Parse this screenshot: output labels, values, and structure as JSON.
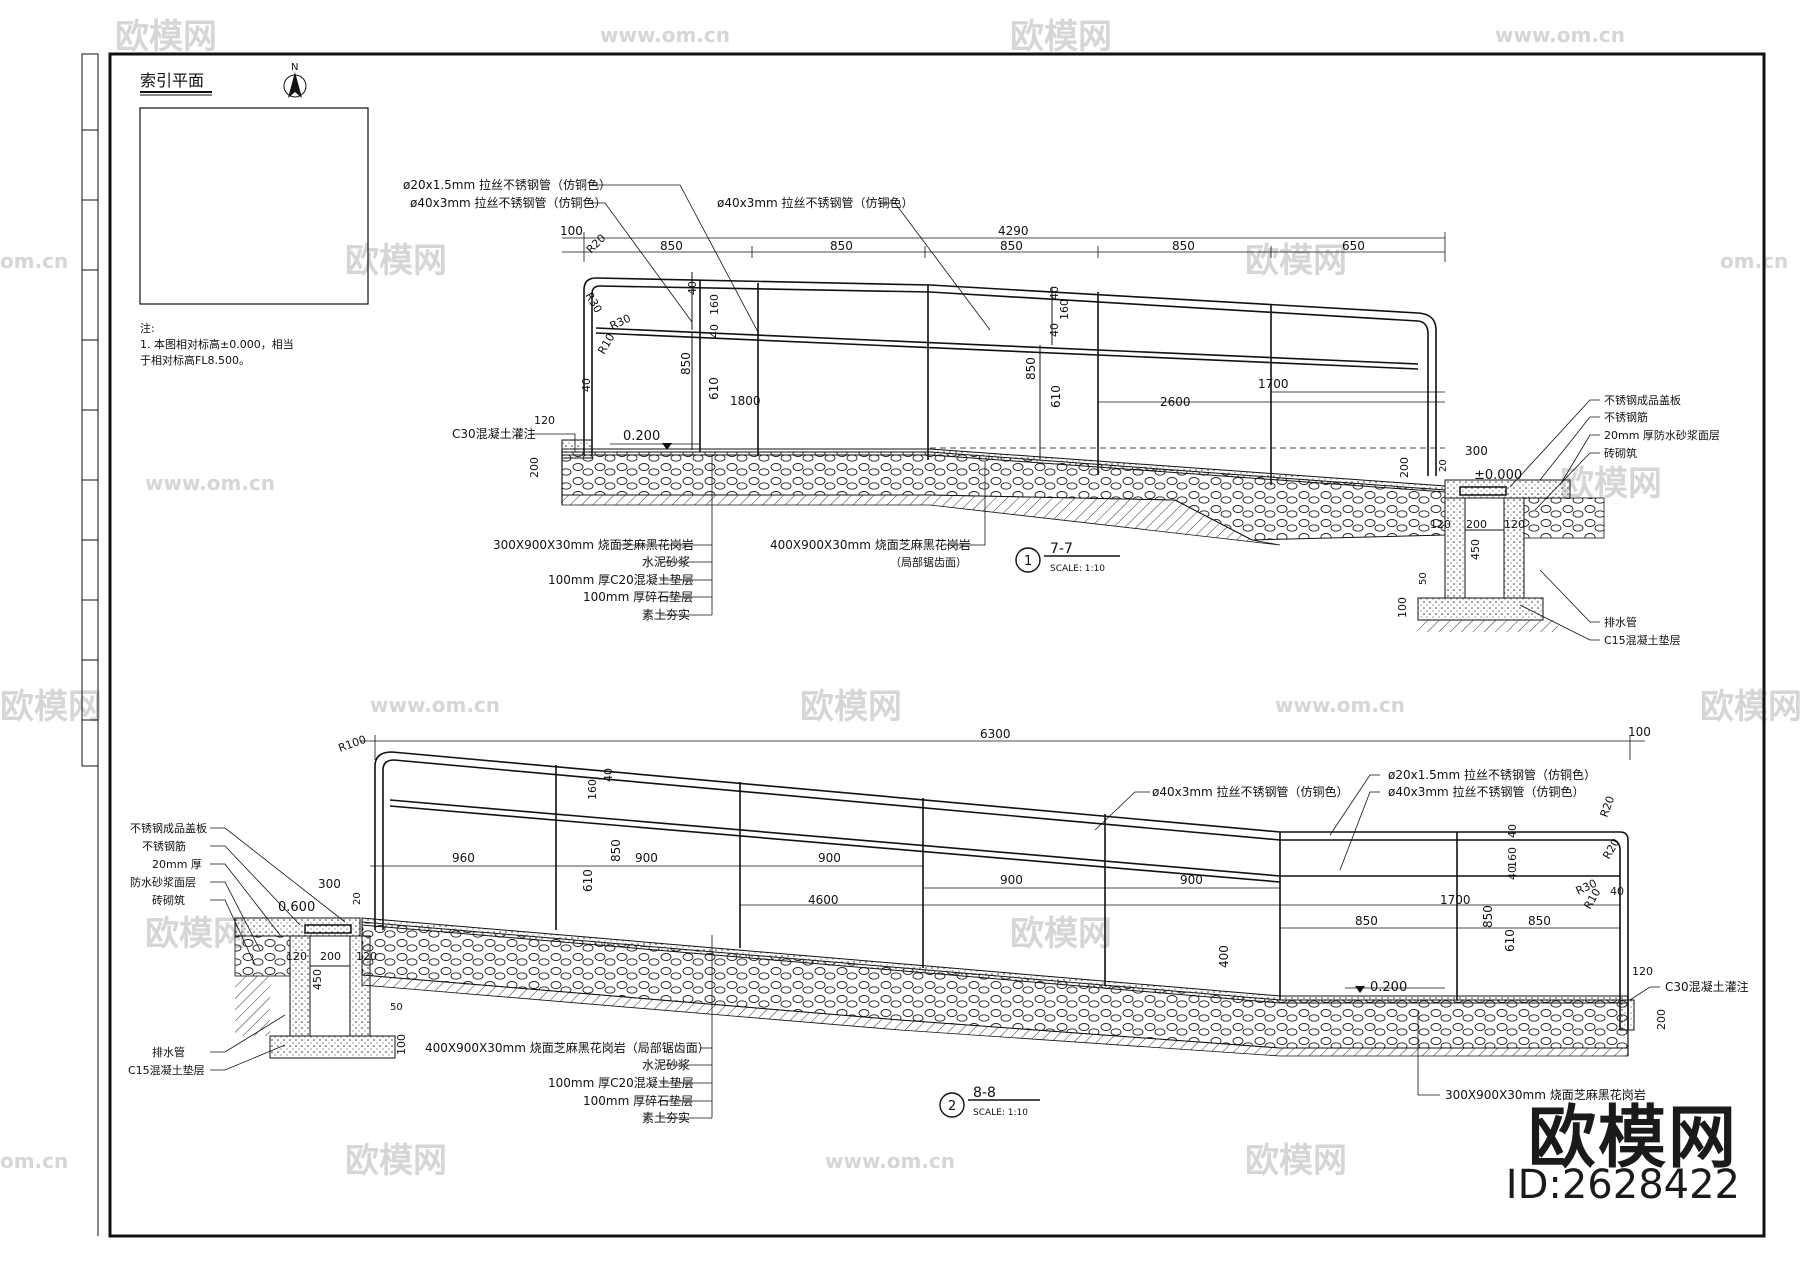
{
  "watermarks": {
    "site": "www.om.cn",
    "site_short": "om.cn",
    "brand": "欧模网"
  },
  "branding": {
    "name": "欧模网",
    "id_label": "ID:2628422"
  },
  "index_plan": {
    "title": "索引平面",
    "north": "N"
  },
  "notes": {
    "heading": "注:",
    "line1": "1. 本图相对标高±0.000，相当",
    "line2": "于相对标高FL8.500。"
  },
  "section_7_7": {
    "number": "1",
    "title": "7-7",
    "scale": "SCALE:   1:10",
    "dims": {
      "total": "4290",
      "left_end": "100",
      "bay1": "850",
      "bay2": "850",
      "bay3": "850",
      "bay4": "850",
      "bay5": "650",
      "r20": "R20",
      "r30a": "R30",
      "r30b": "R30",
      "r10": "R10",
      "v40a": "40",
      "v160a": "160",
      "v40b": "40",
      "v850a": "850",
      "v610a": "610",
      "v40c": "40",
      "v1800": "1800",
      "v850b": "850",
      "v610b": "610",
      "v40d": "40",
      "v160b": "160",
      "v40e": "40",
      "h1700": "1700",
      "h2600": "2600",
      "v120": "120",
      "v200a": "200",
      "v200b": "200",
      "h300": "300",
      "v20": "20",
      "w120a": "120",
      "w200": "200",
      "w120b": "120",
      "v450": "450",
      "v50": "50",
      "v100": "100"
    },
    "levels": {
      "top": "0.200",
      "bottom": "±0.000"
    },
    "callouts": {
      "pipe_20": "ø20x1.5mm 拉丝不锈钢管（仿铜色）",
      "pipe_40a": "ø40x3mm 拉丝不锈钢管（仿铜色）",
      "pipe_40b": "ø40x3mm 拉丝不锈钢管（仿铜色）",
      "c30": "C30混凝土灌注",
      "cover": "不锈钢成品盖板",
      "rib": "不锈钢筋",
      "mortar20": "20mm 厚防水砂浆面层",
      "brick": "砖砌筑",
      "drain": "排水管",
      "c15": "C15混凝土垫层",
      "granite300": "300X900X30mm 烧面芝麻黑花岗岩",
      "granite400": "400X900X30mm 烧面芝麻黑花岗岩",
      "granite400b": "（局部锯齿面）",
      "cement": "水泥砂浆",
      "c20": "100mm 厚C20混凝土垫层",
      "gravel": "100mm 厚碎石垫层",
      "soil": "素土夯实"
    }
  },
  "section_8_8": {
    "number": "2",
    "title": "8-8",
    "scale": "SCALE:   1:10",
    "dims": {
      "total": "6300",
      "r100": "R100",
      "right_end": "100",
      "b960": "960",
      "b900a": "900",
      "b900b": "900",
      "b900c": "900",
      "b900d": "900",
      "h4600": "4600",
      "h1700": "1700",
      "b850a": "850",
      "b850b": "850",
      "v160a": "160",
      "v40a": "40",
      "v850a": "850",
      "v610a": "610",
      "v400": "400",
      "v40b": "40",
      "v160b": "160",
      "v40c": "40",
      "v850b": "850",
      "v610b": "610",
      "r20a": "R20",
      "r20b": "R20",
      "r30": "R30",
      "r10": "R10",
      "v40d": "40",
      "h300": "300",
      "v20": "20",
      "w120a": "120",
      "w200": "200",
      "w120b": "120",
      "v450": "450",
      "v50": "50",
      "v100": "100",
      "v120": "120",
      "v200": "200"
    },
    "levels": {
      "top": "0.600",
      "bottom": "0.200"
    },
    "callouts": {
      "pipe_40a": "ø40x3mm 拉丝不锈钢管（仿铜色）",
      "pipe_20": "ø20x1.5mm 拉丝不锈钢管（仿铜色）",
      "pipe_40b": "ø40x3mm 拉丝不锈钢管（仿铜色）",
      "cover": "不锈钢成品盖板",
      "rib": "不锈钢筋",
      "mortar20": "20mm 厚",
      "mortar_b": "防水砂浆面层",
      "brick": "砖砌筑",
      "drain": "排水管",
      "c15": "C15混凝土垫层",
      "c30": "C30混凝土灌注",
      "granite400": "400X900X30mm 烧面芝麻黑花岗岩（局部锯齿面）",
      "cement": "水泥砂浆",
      "c20": "100mm 厚C20混凝土垫层",
      "gravel": "100mm 厚碎石垫层",
      "soil": "素土夯实",
      "granite300": "300X900X30mm 烧面芝麻黑花岗岩"
    }
  }
}
